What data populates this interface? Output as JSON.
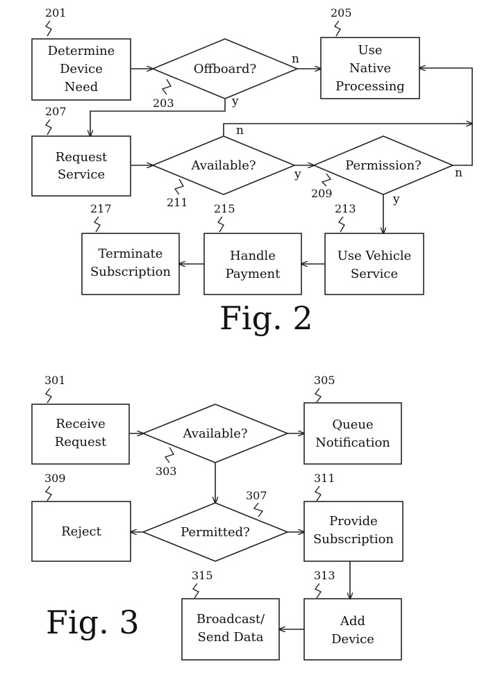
{
  "fig2": {
    "caption": "Fig. 2",
    "nodes": {
      "n201": {
        "ref": "201",
        "lines": [
          "Determine",
          "Device",
          "Need"
        ]
      },
      "n203": {
        "ref": "203",
        "lines": [
          "Offboard?"
        ]
      },
      "n205": {
        "ref": "205",
        "lines": [
          "Use",
          "Native",
          "Processing"
        ]
      },
      "n207": {
        "ref": "207",
        "lines": [
          "Request",
          "Service"
        ]
      },
      "n211": {
        "ref": "211",
        "lines": [
          "Available?"
        ]
      },
      "n209": {
        "ref": "209",
        "lines": [
          "Permission?"
        ]
      },
      "n213": {
        "ref": "213",
        "lines": [
          "Use Vehicle",
          "Service"
        ]
      },
      "n215": {
        "ref": "215",
        "lines": [
          "Handle",
          "Payment"
        ]
      },
      "n217": {
        "ref": "217",
        "lines": [
          "Terminate",
          "Subscription"
        ]
      }
    },
    "edge_labels": {
      "offboard_no": "n",
      "offboard_yes": "y",
      "available_no": "n",
      "available_yes": "y",
      "permission_no": "n",
      "permission_yes": "y"
    }
  },
  "fig3": {
    "caption": "Fig. 3",
    "nodes": {
      "n301": {
        "ref": "301",
        "lines": [
          "Receive",
          "Request"
        ]
      },
      "n303": {
        "ref": "303",
        "lines": [
          "Available?"
        ]
      },
      "n305": {
        "ref": "305",
        "lines": [
          "Queue",
          "Notification"
        ]
      },
      "n307": {
        "ref": "307",
        "lines": [
          "Permitted?"
        ]
      },
      "n309": {
        "ref": "309",
        "lines": [
          "Reject"
        ]
      },
      "n311": {
        "ref": "311",
        "lines": [
          "Provide",
          "Subscription"
        ]
      },
      "n313": {
        "ref": "313",
        "lines": [
          "Add",
          "Device"
        ]
      },
      "n315": {
        "ref": "315",
        "lines": [
          "Broadcast/",
          "Send Data"
        ]
      }
    }
  }
}
